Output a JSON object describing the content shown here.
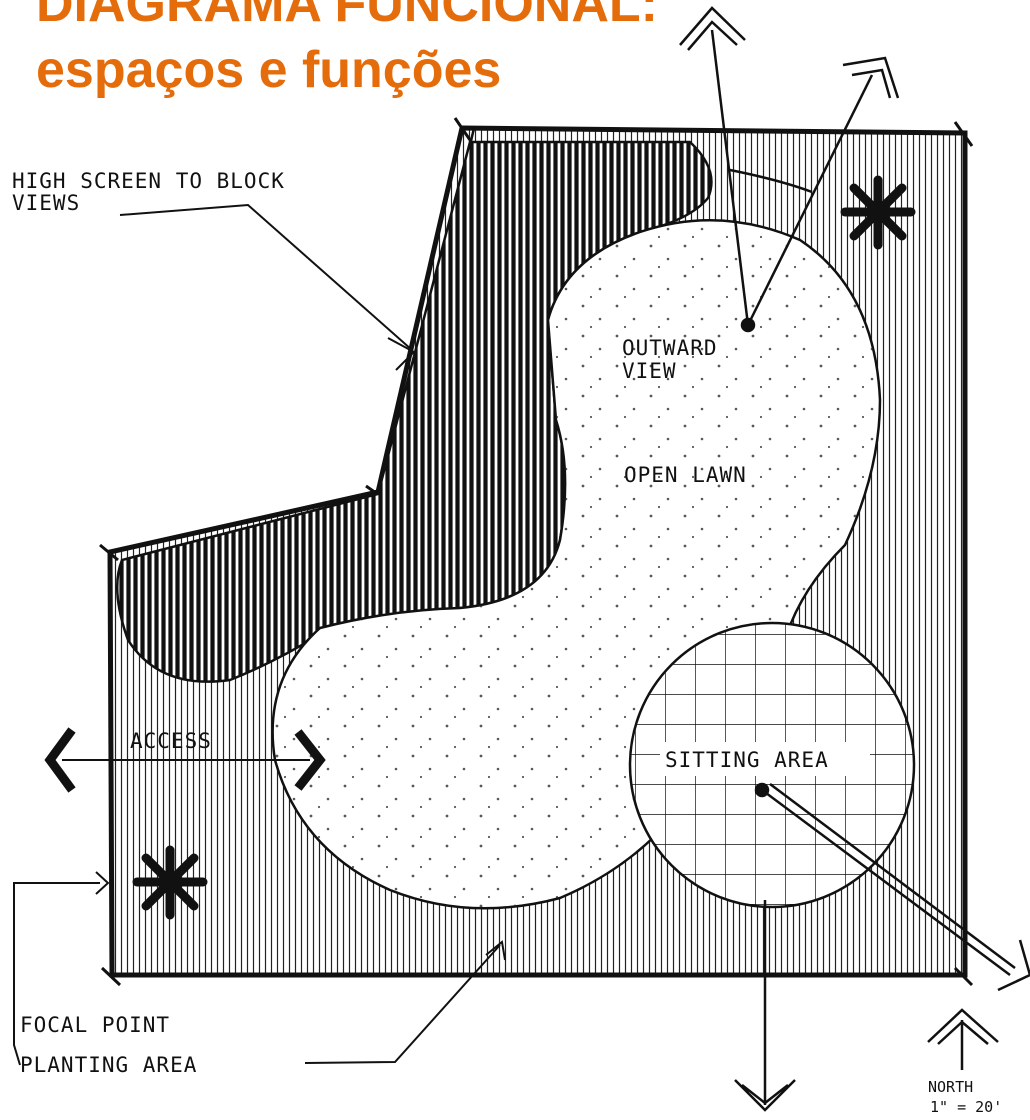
{
  "title": {
    "line1": "DIAGRAMA FUNCIONAL:",
    "line2": "espaços e funções",
    "color": "#e46c0a"
  },
  "labels": {
    "high_screen_1": "HIGH SCREEN TO BLOCK",
    "high_screen_2": "VIEWS",
    "outward_1": "OUTWARD",
    "outward_2": "VIEW",
    "open_lawn": "OPEN LAWN",
    "access": "ACCESS",
    "sitting_area": "SITTING AREA",
    "focal_point": "FOCAL POINT",
    "planting_area": "PLANTING AREA",
    "north": "NORTH",
    "scale": "1\" = 20'"
  }
}
